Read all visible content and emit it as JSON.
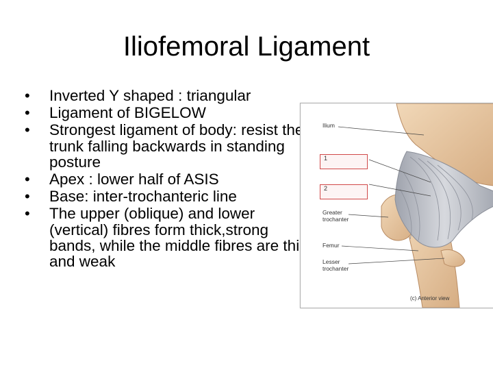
{
  "title": "Iliofemoral Ligament",
  "bullets": [
    "Inverted Y shaped : triangular",
    "Ligament of  BIGELOW",
    "Strongest ligament of body: resist the trunk falling backwards in standing posture",
    "Apex : lower half of ASIS",
    "Base:   inter-trochanteric line",
    "The upper (oblique) and lower (vertical) fibres form thick,strong bands, while the middle fibres are thin and weak"
  ],
  "bullet_symbol": "•",
  "figure": {
    "labels": {
      "ilium": "Ilium",
      "box1": "1",
      "box2": "2",
      "greater_trochanter": "Greater trochanter",
      "femur": "Femur",
      "lesser_trochanter": "Lesser trochanter",
      "caption": "(c) Anterior view"
    },
    "colors": {
      "bone": "#e8c9a6",
      "ligament": "#b9bcc4",
      "box_border": "#d04848"
    }
  }
}
